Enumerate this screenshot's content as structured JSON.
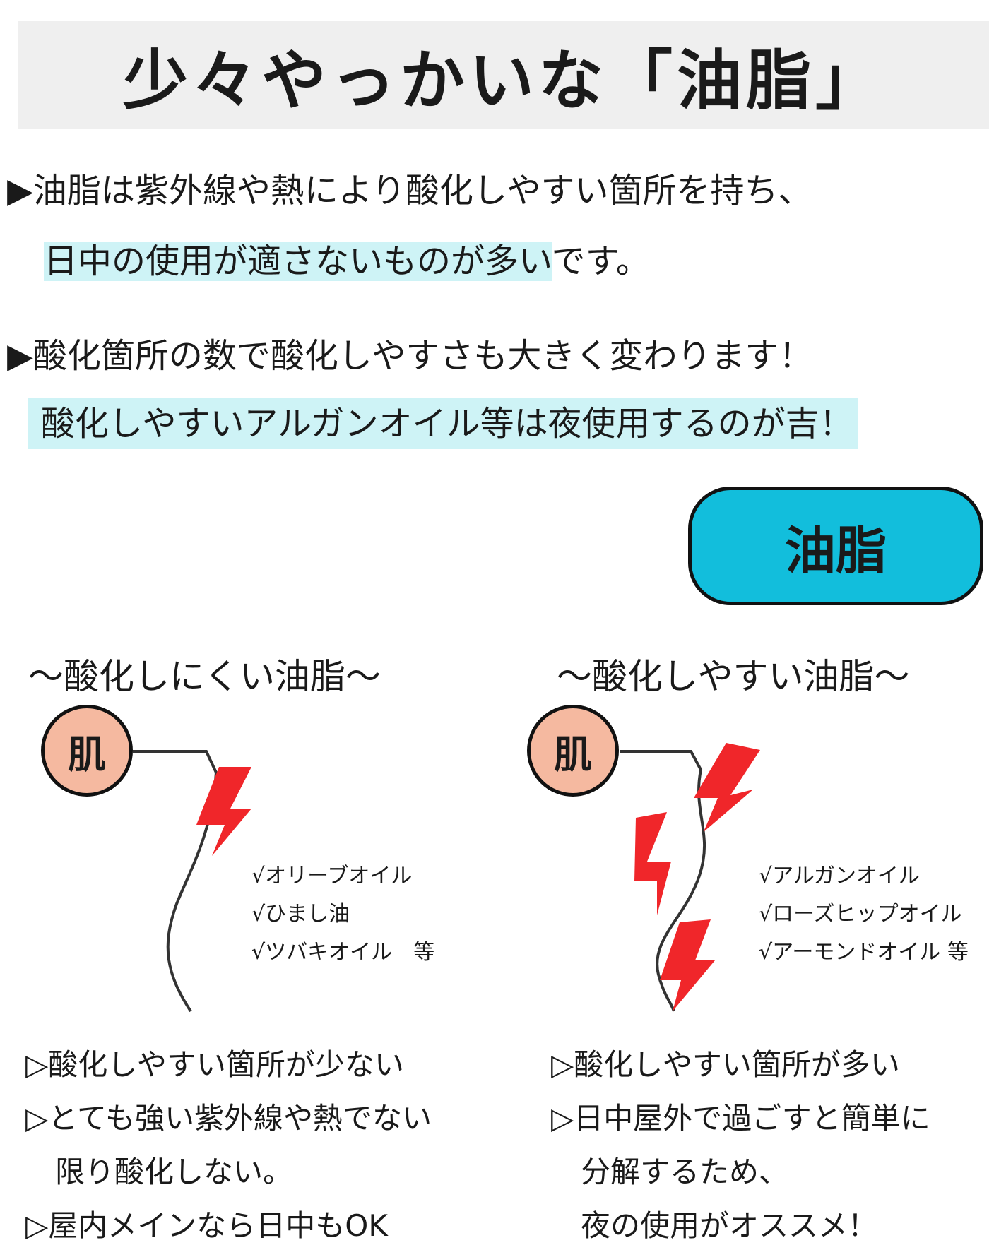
{
  "title": "少々やっかいな「油脂」",
  "intro": {
    "p1_line1": "▶油脂は紫外線や熱により酸化しやすい箇所を持ち、",
    "p1_line2_hl": "日中の使用が適さないものが多い",
    "p1_line2_rest": "です。",
    "p2_line1": "▶酸化箇所の数で酸化しやすさも大きく変わります！",
    "p2_line2_hl": "酸化しやすいアルガンオイル等は夜使用するのが吉！"
  },
  "badge": "油脂",
  "left": {
    "heading": "〜酸化しにくい油脂〜",
    "skin": "肌",
    "oils": [
      "√オリーブオイル",
      "√ひまし油",
      "√ツバキオイル　等"
    ],
    "points": [
      "▷酸化しやすい箇所が少ない",
      "▷とても強い紫外線や熱でない",
      "　限り酸化しない。",
      "▷屋内メインなら日中もOK"
    ]
  },
  "right": {
    "heading": "〜酸化しやすい油脂〜",
    "skin": "肌",
    "oils": [
      "√アルガンオイル",
      "√ローズヒップオイル",
      "√アーモンドオイル 等"
    ],
    "points": [
      "▷酸化しやすい箇所が多い",
      "▷日中屋外で過ごすと簡単に",
      "　分解するため、",
      "　夜の使用がオススメ！"
    ]
  },
  "colors": {
    "accent": "#12bedc",
    "highlight": "#cef3f6",
    "bolt": "#f0262a",
    "skin": "#f5b9a0"
  }
}
